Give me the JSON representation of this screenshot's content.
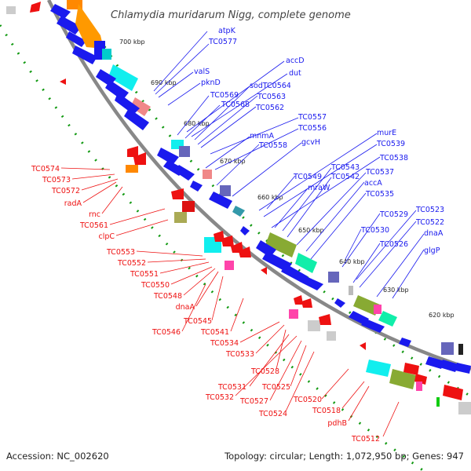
{
  "title": "Chlamydia muridarum Nigg, complete genome",
  "footer": {
    "accession": "Accession: NC_002620",
    "summary": "Topology: circular; Length: 1,072,950 bp; Genes: 947"
  },
  "colors": {
    "forward_strand": "#1a1aee",
    "reverse_strand": "#ee1111",
    "backbone": "#888888",
    "dots": "#119911"
  },
  "kbp_ticks": [
    "700 kbp",
    "690 kbp",
    "680 kbp",
    "670 kbp",
    "660 kbp",
    "650 kbp",
    "640 kbp",
    "630 kbp",
    "620 kbp"
  ],
  "forward_labels": [
    "atpK",
    "TC0577",
    "valS",
    "pknD",
    "accD",
    "dut",
    "sodTC0564",
    "TC0569",
    "TC0563",
    "TC0568",
    "TC0562",
    "TC0557",
    "mnmA",
    "TC0556",
    "TC0558",
    "gcvH",
    "murE",
    "TC0539",
    "TC0538",
    "TC0543",
    "TC0542",
    "TC0537",
    "TC0549",
    "accA",
    "mraW",
    "TC0535",
    "TC0523",
    "TC0529",
    "TC0522",
    "TC0530",
    "dnaA",
    "TC0526",
    "glgP"
  ],
  "reverse_labels": [
    "TC0574",
    "TC0573",
    "TC0572",
    "radA",
    "rnc",
    "TC0561",
    "clpC",
    "TC0553",
    "TC0552",
    "TC0551",
    "TC0550",
    "TC0548",
    "dnaA",
    "TC0545",
    "TC0546",
    "TC0541",
    "TC0534",
    "TC0533",
    "TC0528",
    "TC0531",
    "TC0525",
    "TC0532",
    "TC0527",
    "TC0524",
    "TC0520",
    "TC0518",
    "pdhB",
    "TC0512"
  ]
}
